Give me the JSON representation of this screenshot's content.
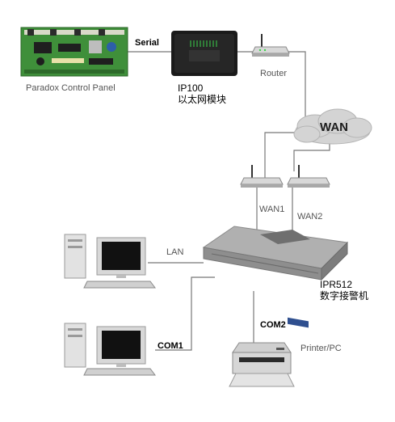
{
  "labels": {
    "control_panel": "Paradox Control Panel",
    "serial": "Serial",
    "ip100": "IP100",
    "ip100_cn": "以太网模块",
    "router": "Router",
    "wan": "WAN",
    "wan1": "WAN1",
    "wan2": "WAN2",
    "lan": "LAN",
    "ipr512": "IPR512",
    "ipr512_cn": "数字接警机",
    "com1": "COM1",
    "com2": "COM2",
    "printer": "Printer/PC"
  },
  "colors": {
    "line": "#777777",
    "pcb": "#3f8f3a",
    "module_body": "#1a1a1a",
    "module_led": "#39d24a",
    "cloud": "#d4d4d4",
    "receiver": "#9a9a9a",
    "receiver_panel": "#2f4f8f"
  },
  "icons": {
    "control_panel": "circuit-board-icon",
    "ip100": "ethernet-module-icon",
    "router": "router-icon",
    "wan": "cloud-icon",
    "wan_routers": "router-icon",
    "receiver": "rack-receiver-icon",
    "pc": "desktop-computer-icon",
    "printer": "printer-icon"
  }
}
